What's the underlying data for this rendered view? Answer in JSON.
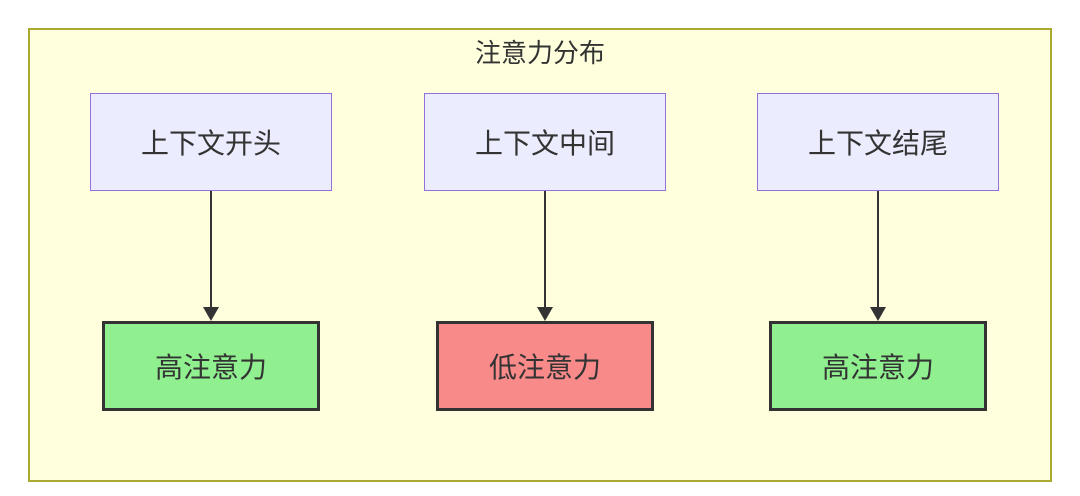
{
  "diagram": {
    "title": "注意力分布",
    "type": "flowchart",
    "colors": {
      "container_bg": "#ffffde",
      "container_border": "#aaaa33",
      "source_node_bg": "#ececff",
      "source_node_border": "#9370db",
      "high_attention_bg": "#90f090",
      "low_attention_bg": "#f98a8a",
      "result_node_border": "#333333",
      "arrow": "#333333",
      "text": "#333333"
    },
    "columns": [
      {
        "source_label": "上下文开头",
        "result_label": "高注意力",
        "attention_level": "high"
      },
      {
        "source_label": "上下文中间",
        "result_label": "低注意力",
        "attention_level": "low"
      },
      {
        "source_label": "上下文结尾",
        "result_label": "高注意力",
        "attention_level": "high"
      }
    ]
  }
}
